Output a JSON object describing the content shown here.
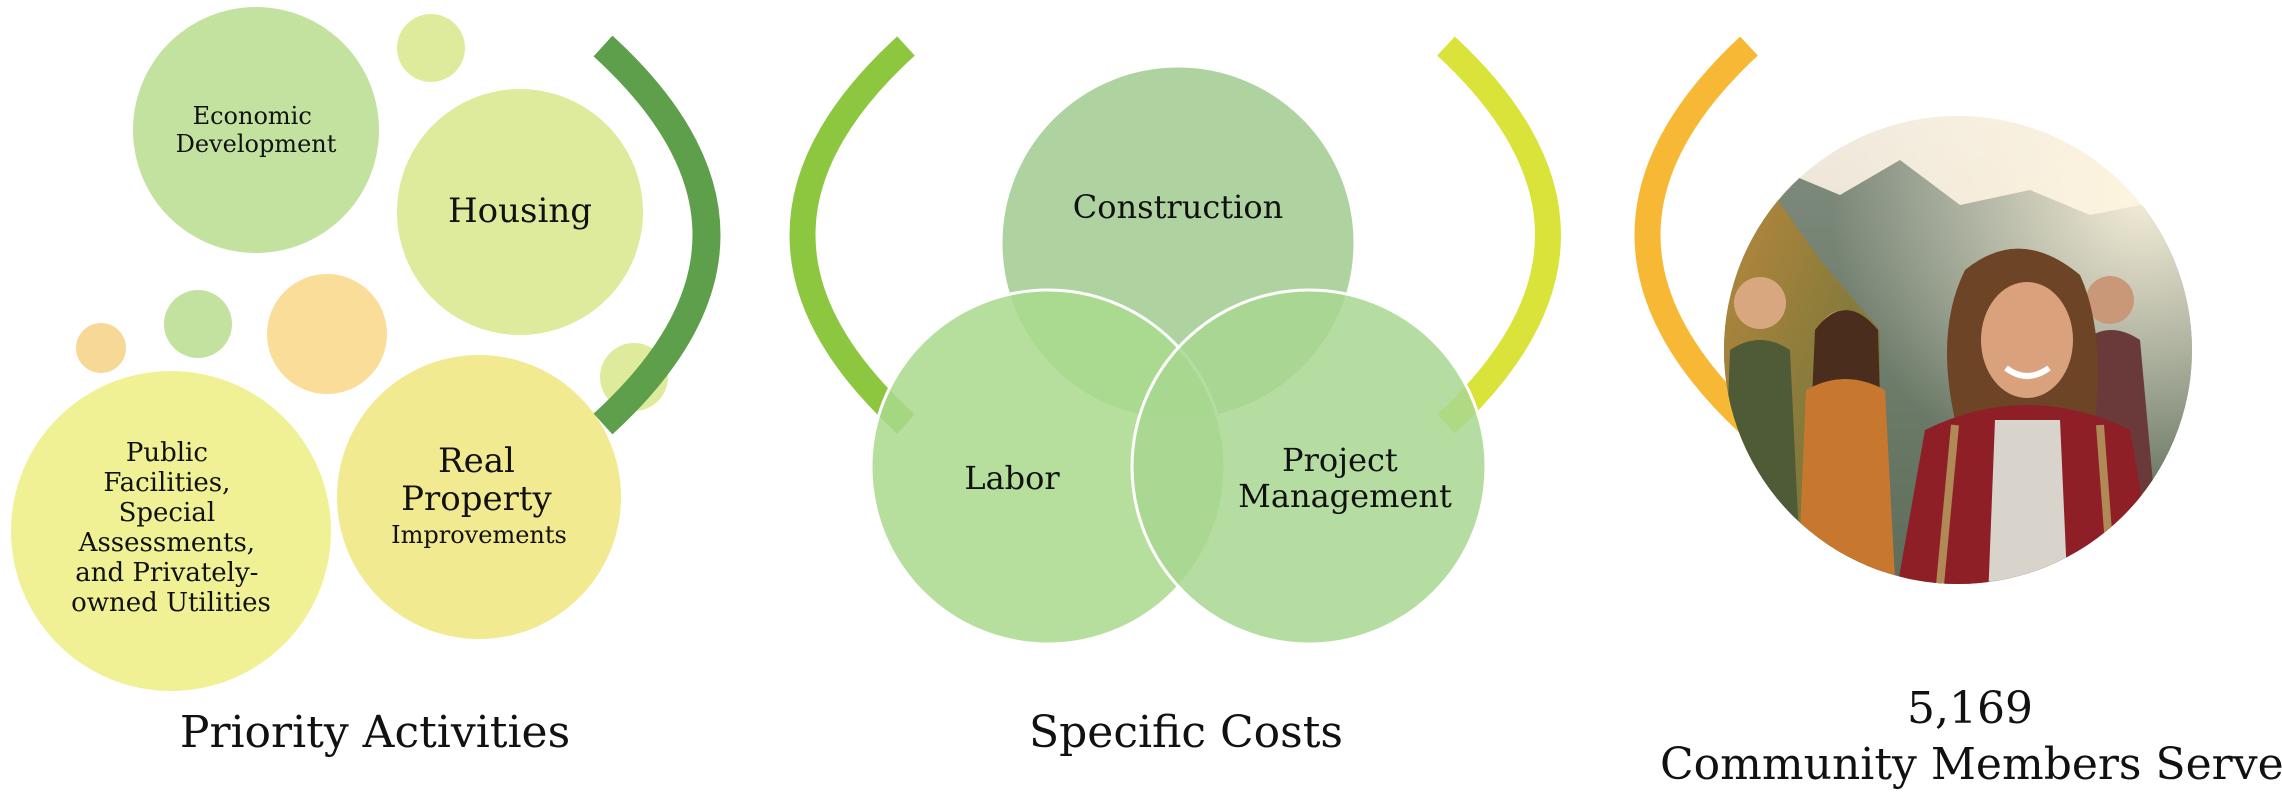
{
  "palette": {
    "light_green": "#c3e2a0",
    "pale_green": "#dfeb9c",
    "peach": "#f9dd98",
    "yellow": "#f2ea90",
    "peach_dot": "#f8d896",
    "venn_top": "#a8cf98",
    "venn_left": "#a9d98d",
    "venn_right": "#a8d791",
    "paren_dark_green": "#5e9f4c",
    "paren_green": "#8dc63f",
    "paren_lime": "#d9e33a",
    "paren_orange": "#f7b935"
  },
  "priority_activities": {
    "title": "Priority Activities",
    "economic_development": {
      "line1": "Economic",
      "line2": "Development"
    },
    "housing": "Housing",
    "real_property": {
      "line1": "Real",
      "line2": "Property",
      "line3": "Improvements"
    },
    "public_facilities": {
      "line1": "Public",
      "line2": "Facilities,",
      "line3": "Special",
      "line4": "Assessments,",
      "line5": "and Privately-",
      "line6": "owned Utilities"
    }
  },
  "specific_costs": {
    "title": "Specific Costs",
    "construction": "Construction",
    "labor": "Labor",
    "project_management": {
      "line1": "Project",
      "line2": "Management"
    }
  },
  "community": {
    "count": "5,169",
    "label": "Community Members Served",
    "photo": "smiling young hikers walking on a mountain trail"
  }
}
